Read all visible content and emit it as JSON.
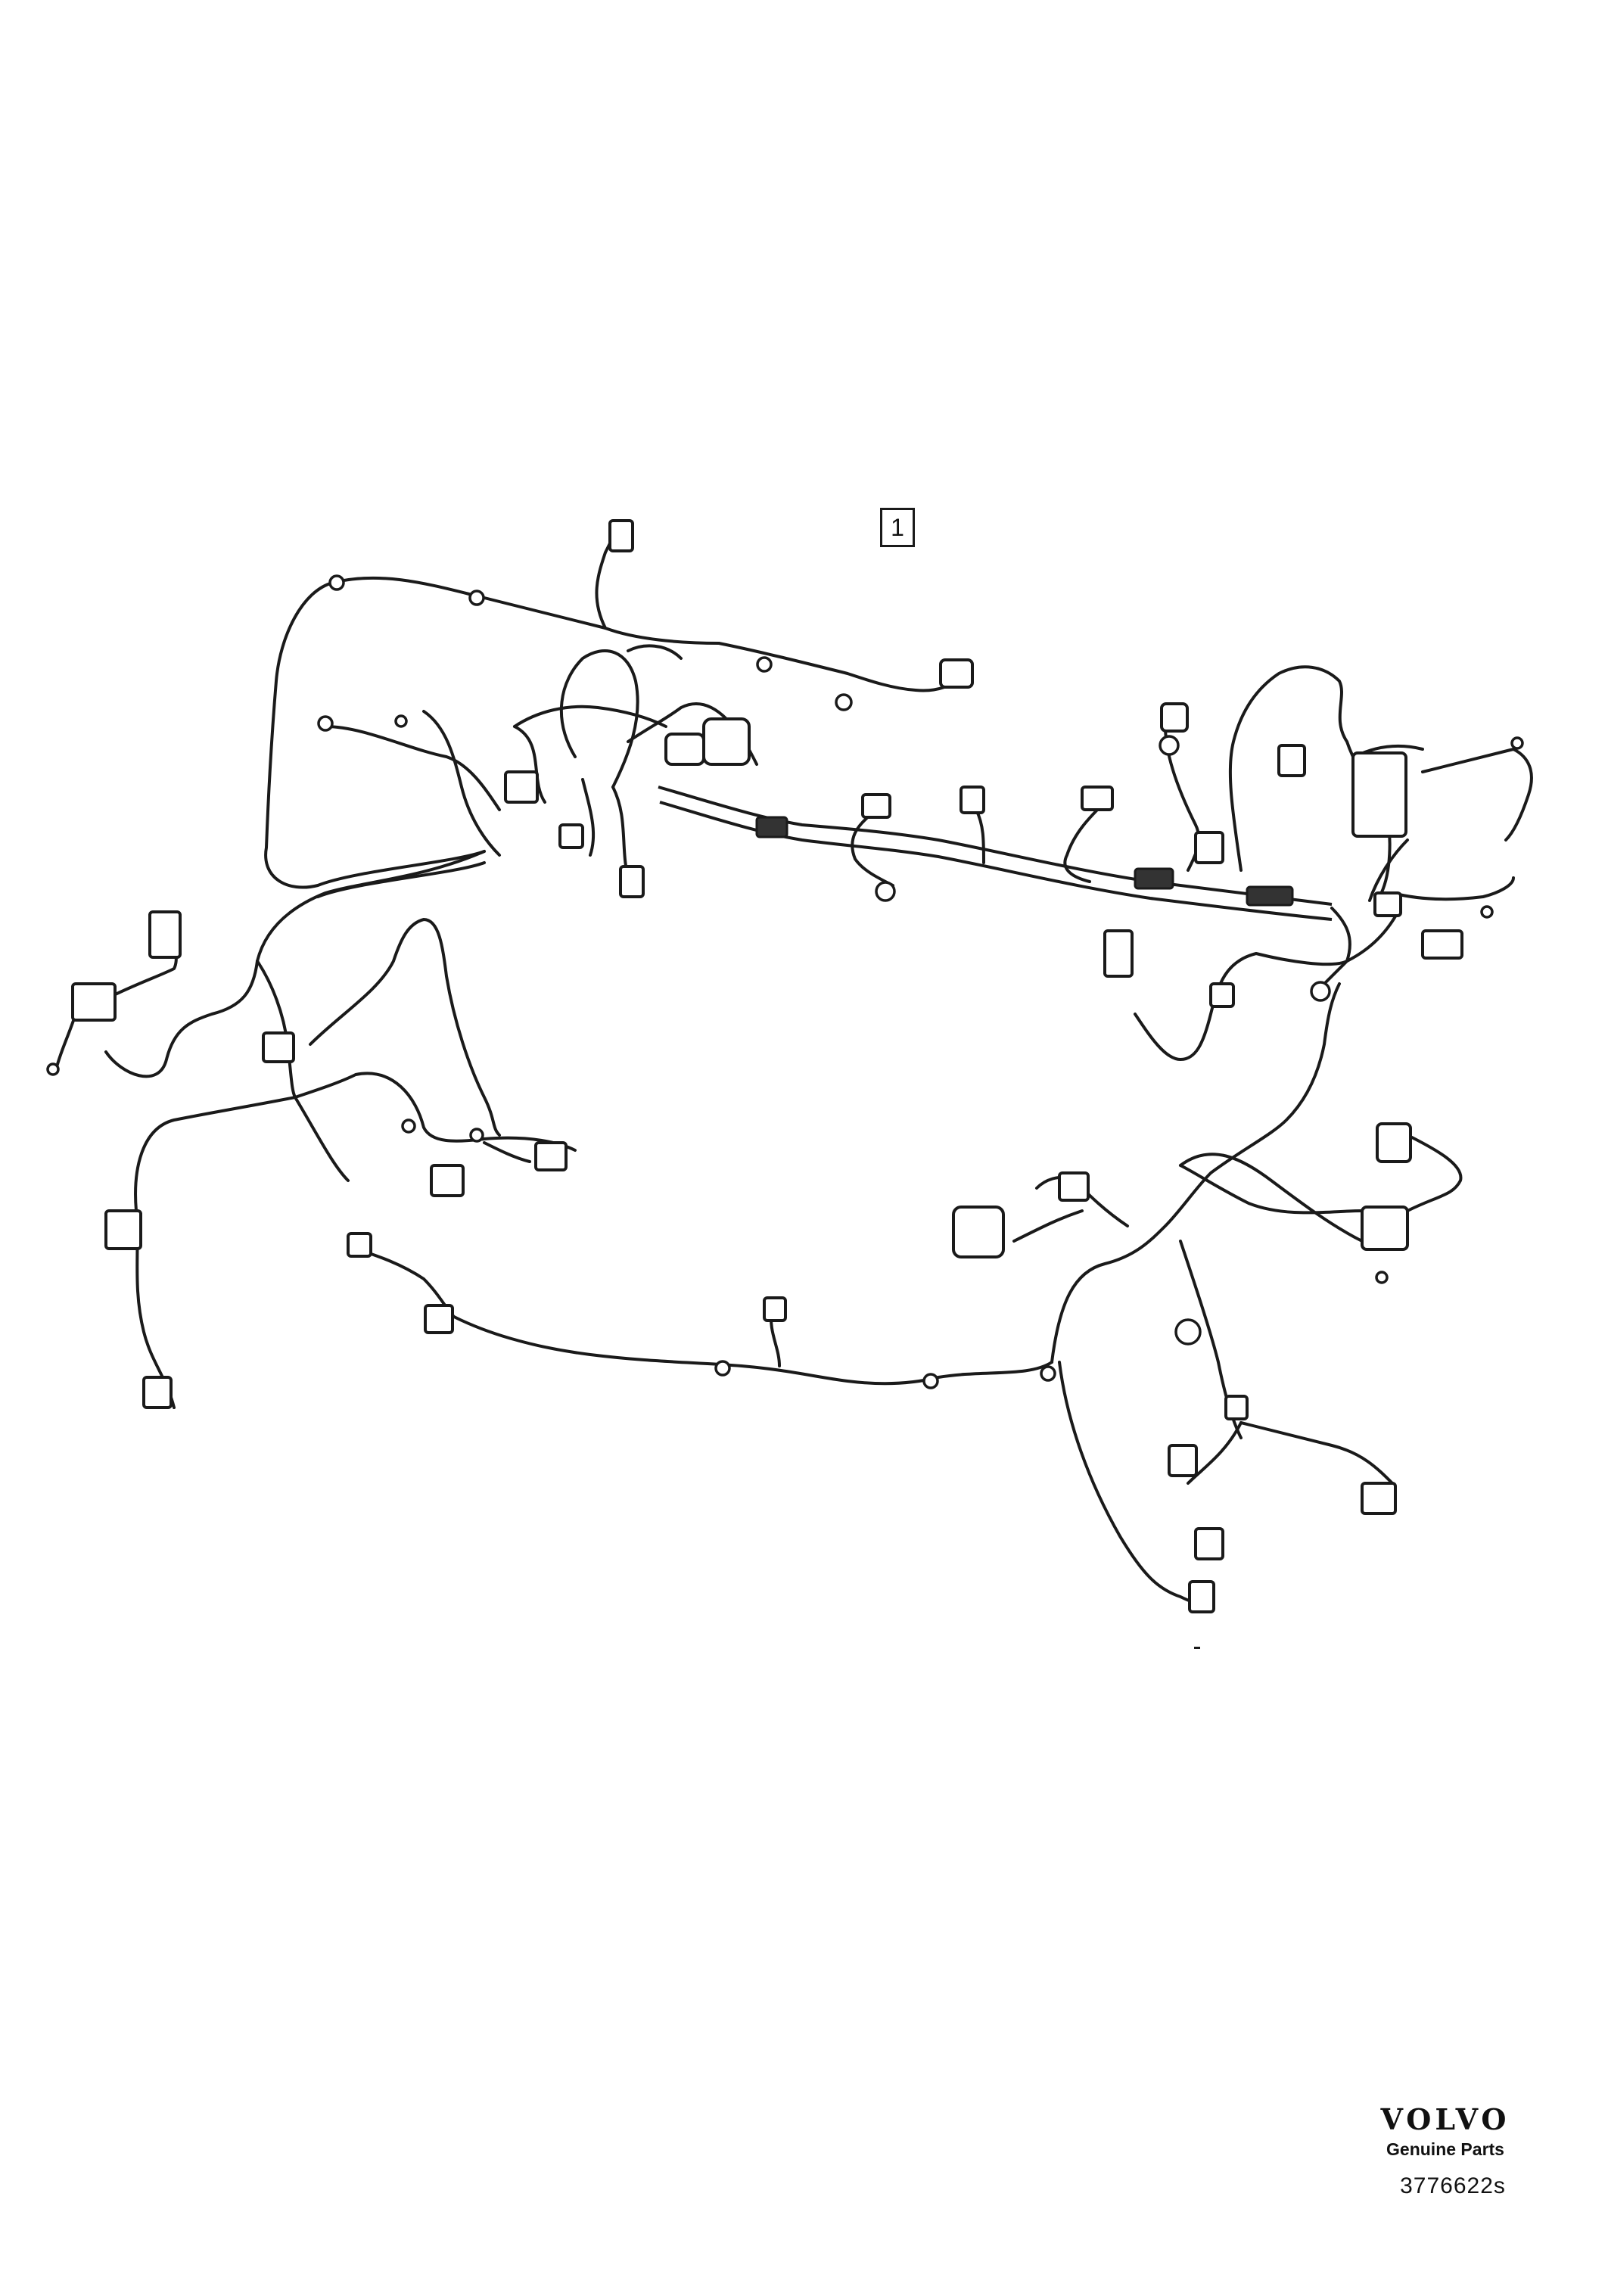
{
  "callout": {
    "number": "1"
  },
  "branding": {
    "brand": "VOLVO",
    "subtitle": "Genuine Parts"
  },
  "diagram_id": "3776622s",
  "icons": [
    "wiring-harness-diagram",
    "connector-icon",
    "cable-clip-icon",
    "ground-terminal-icon",
    "volvo-logo"
  ]
}
